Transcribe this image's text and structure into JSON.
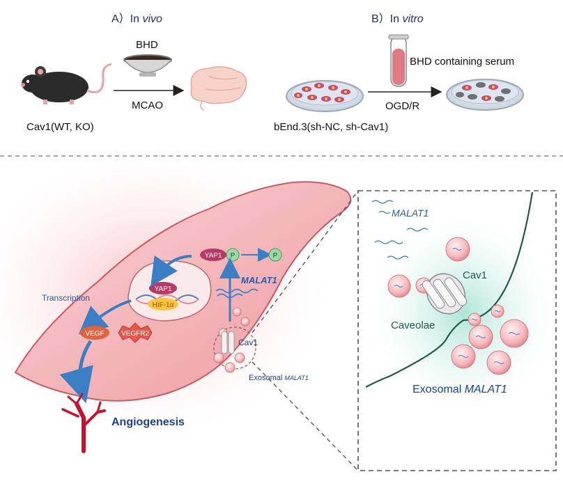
{
  "panel_a": {
    "heading_prefix": "A）In ",
    "heading_italic": "vivo",
    "drug": "BHD",
    "procedure": "MCAO",
    "subject": "Cav1(WT, KO)"
  },
  "panel_b": {
    "heading_prefix": "B）In ",
    "heading_italic": "vitro",
    "treatment": "BHD containing serum",
    "procedure": "OGD/R",
    "cells": "bEnd.3(sh-NC, sh-Cav1)"
  },
  "cell": {
    "yap1_nucleus": "YAP1",
    "hif1a": "HIF-1α",
    "yap1_cyto": "YAP1",
    "phospho": "P",
    "phospho_released": "P",
    "malat1": "MALAT1",
    "transcription": "Transcription",
    "vegf": "VEGF",
    "vegfr2": "VEGFR2",
    "cav1": "Cav1",
    "exosomal_prefix": "Exosomal ",
    "exosomal_italic": "MALAT1",
    "angiogenesis": "Angiogenesis"
  },
  "zoom": {
    "malat1": "MALAT1",
    "cav1": "Cav1",
    "caveolae": "Caveolae",
    "exosomal_prefix": "Exosomal ",
    "exosomal_italic": "MALAT1"
  },
  "colors": {
    "navy": "#1f2d6b",
    "blue_text": "#2a5aa8",
    "green_text": "#1d5a4a",
    "red_vessel": "#c8102e"
  }
}
